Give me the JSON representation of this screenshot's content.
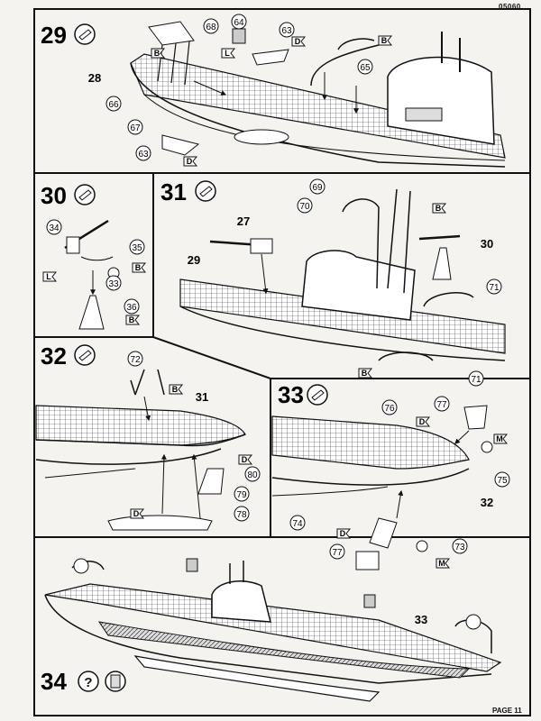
{
  "page": {
    "code": "05060",
    "footer": "PAGE 11"
  },
  "steps": [
    {
      "number": "29",
      "icon": "glue-tube-icon",
      "parts": [
        "28",
        "64",
        "68",
        "63",
        "65",
        "66",
        "67",
        "63"
      ],
      "glue_marks": [
        "B",
        "L",
        "D",
        "B",
        "D"
      ]
    },
    {
      "number": "30",
      "icon": "glue-tube-icon",
      "parts": [
        "34",
        "35",
        "33",
        "36"
      ],
      "glue_marks": [
        "L",
        "B",
        "B"
      ]
    },
    {
      "number": "31",
      "icon": "glue-tube-icon",
      "parts": [
        "69",
        "70",
        "27",
        "30",
        "29",
        "71",
        "71"
      ],
      "glue_marks": [
        "B",
        "B"
      ]
    },
    {
      "number": "32",
      "icon": "glue-tube-icon",
      "parts": [
        "72",
        "31",
        "80",
        "79",
        "78"
      ],
      "glue_marks": [
        "B",
        "D",
        "D"
      ]
    },
    {
      "number": "33",
      "icon": "glue-tube-icon",
      "parts": [
        "76",
        "77",
        "75",
        "32",
        "74",
        "77",
        "73"
      ],
      "glue_marks": [
        "D",
        "M",
        "D",
        "M"
      ]
    },
    {
      "number": "34",
      "icon": "question-icon",
      "parts": [
        "33"
      ],
      "glue_marks": []
    }
  ]
}
